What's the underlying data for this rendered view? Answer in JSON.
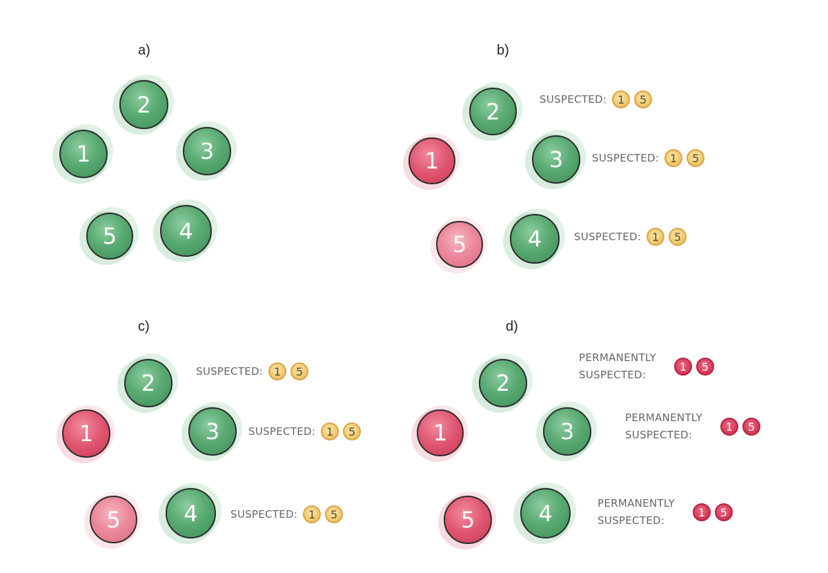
{
  "colors": {
    "green": "#5aaa73",
    "red": "#df5570",
    "pink": "#eb8a9c",
    "gold": "#f2cc72",
    "crimson": "#d73c5b",
    "text": "#666666"
  },
  "panels": {
    "a": {
      "label": "a)"
    },
    "b": {
      "label": "b)"
    },
    "c": {
      "label": "c)"
    },
    "d": {
      "label": "d)"
    }
  },
  "nodes": {
    "n1": "1",
    "n2": "2",
    "n3": "3",
    "n4": "4",
    "n5": "5"
  },
  "tags": {
    "suspected": "SUSPECTED:",
    "permanently": "PERMANENTLY",
    "perm_suspected": "SUSPECTED:",
    "badge_1": "1",
    "badge_5": "5"
  }
}
